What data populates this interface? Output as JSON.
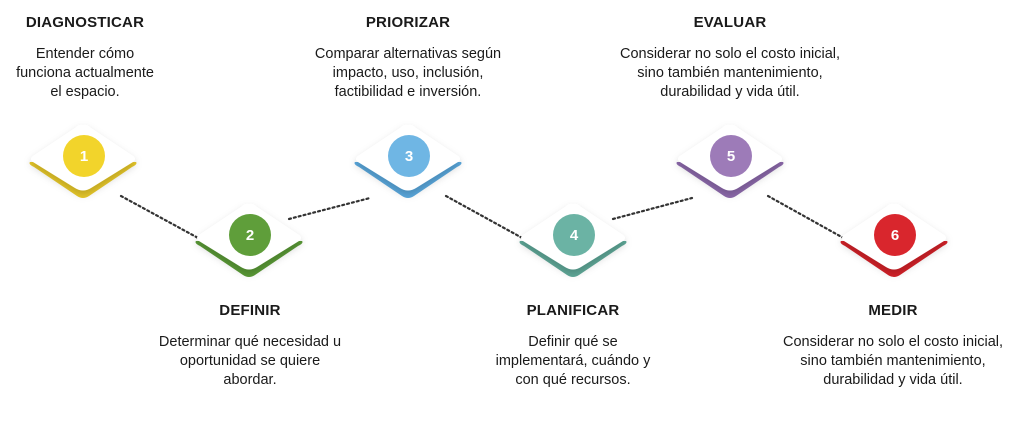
{
  "steps": [
    {
      "number": "1",
      "title": "DIAGNOSTICAR",
      "description_lines": [
        "Entender cómo",
        "funciona actualmente",
        "el espacio."
      ],
      "color": "#f2d42b",
      "accent": "#e7c82a"
    },
    {
      "number": "2",
      "title": "DEFINIR",
      "description_lines": [
        "Determinar qué necesidad u",
        "oportunidad se quiere",
        "abordar."
      ],
      "color": "#5f9e3a",
      "accent": "#5a9a36"
    },
    {
      "number": "3",
      "title": "PRIORIZAR",
      "description_lines": [
        "Comparar alternativas según",
        "impacto, uso, inclusión,",
        "factibilidad e inversión."
      ],
      "color": "#6fb6e4",
      "accent": "#5aa8dd"
    },
    {
      "number": "4",
      "title": "PLANIFICAR",
      "description_lines": [
        "Definir qué se",
        "implementará, cuándo y",
        "con qué recursos."
      ],
      "color": "#6bb3a4",
      "accent": "#5fa898"
    },
    {
      "number": "5",
      "title": "EVALUAR",
      "description_lines": [
        "Considerar no solo el costo inicial,",
        "sino también mantenimiento,",
        "durabilidad y vida útil."
      ],
      "color": "#9d7bb8",
      "accent": "#8c69ab"
    },
    {
      "number": "6",
      "title": "MEDIR",
      "description_lines": [
        "Considerar no solo el costo inicial,",
        "sino también mantenimiento,",
        "durabilidad y vida útil."
      ],
      "color": "#d9262d",
      "accent": "#d32128"
    }
  ]
}
